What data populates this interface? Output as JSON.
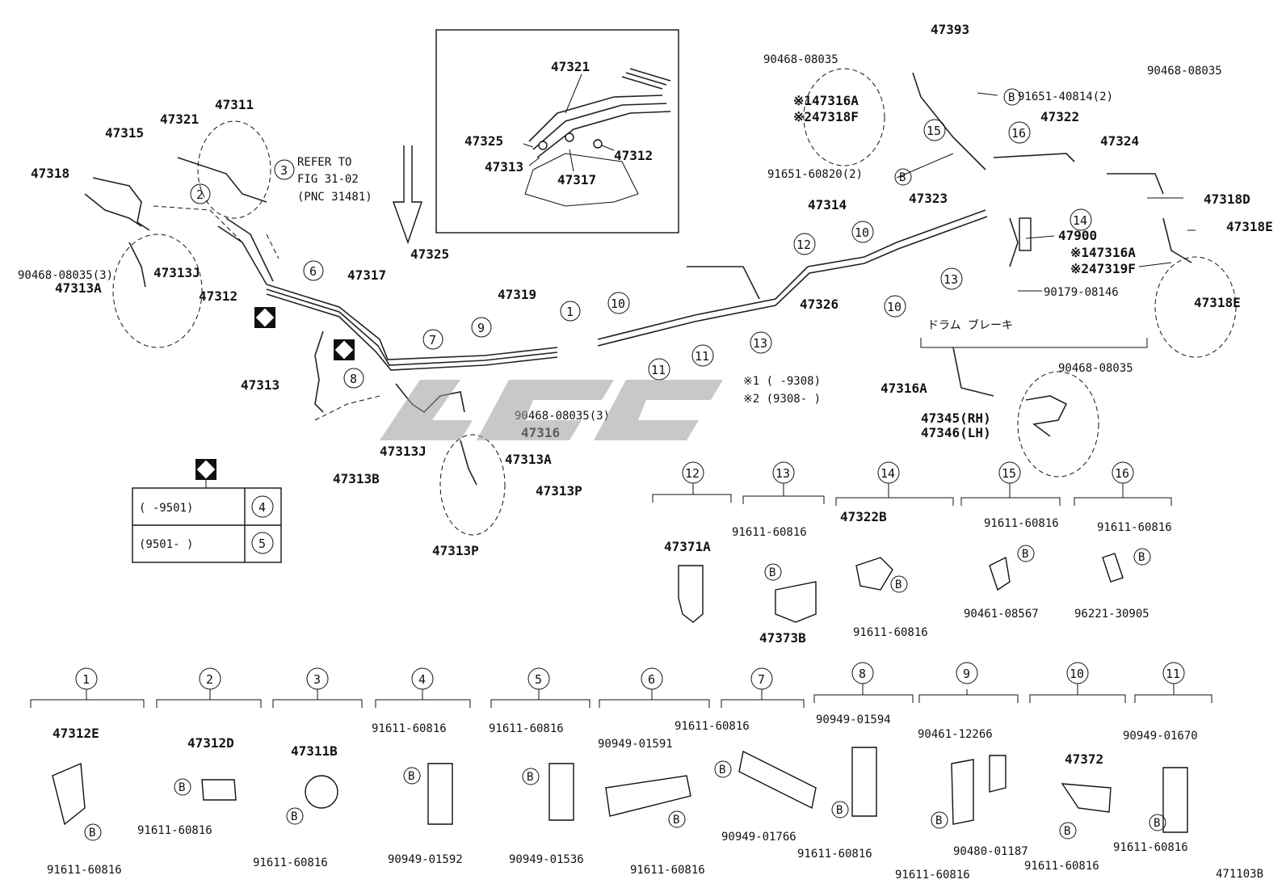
{
  "diagram_code": "471103B",
  "watermark": "",
  "inset": {
    "labels": [
      "47321",
      "47325",
      "47313",
      "47317",
      "47312"
    ]
  },
  "main_labels": {
    "p47321": "47321",
    "p47311": "47311",
    "p47315": "47315",
    "p47318": "47318",
    "p90468_3": "90468-08035(3)",
    "p47313J_top": "47313J",
    "p47313A_top": "47313A",
    "p47312": "47312",
    "refer_line1": "REFER TO",
    "refer_line2": "FIG 31-02",
    "refer_line3": "(PNC 31481)",
    "p47317": "47317",
    "p47325": "47325",
    "p47313": "47313",
    "p47319": "47319",
    "p90468_3b": "90468-08035(3)",
    "p47316": "47316",
    "p47313J_bot": "47313J",
    "p47313A_bot": "47313A",
    "p47313B": "47313B",
    "p47313P_r": "47313P",
    "p47313P_b": "47313P",
    "p47314": "47314",
    "p47326": "47326",
    "p47393": "47393",
    "p90468_top": "90468-08035",
    "p47316A_note": "※147316A",
    "p47318F_note": "※247318F",
    "p91651_40814": "91651-40814(2)",
    "p47322": "47322",
    "p91651_60820": "91651-60820(2)",
    "p47323": "47323",
    "p47324": "47324",
    "p90468_r": "90468-08035",
    "p47318D": "47318D",
    "p47318E_a": "47318E",
    "p47900": "47900",
    "p47316A_r": "※147316A",
    "p47319F": "※247319F",
    "p90179": "90179-08146",
    "p47318E_b": "47318E",
    "drum_title": "ドラム ブレーキ",
    "p90468_drum": "90468-08035",
    "p47316A_drum": "47316A",
    "p47345": "47345(RH)",
    "p47346": "47346(LH)",
    "note1": "※1 (     -9308)",
    "note2": "※2 (9308-     )"
  },
  "legend_table": {
    "rows": [
      {
        "range": "(     -9501)",
        "ref": "4"
      },
      {
        "range": "(9501-      )",
        "ref": "5"
      }
    ]
  },
  "callouts_main": [
    "1",
    "2",
    "3",
    "6",
    "7",
    "8",
    "9",
    "10",
    "10",
    "10",
    "11",
    "11",
    "12",
    "13",
    "13",
    "14",
    "15",
    "16"
  ],
  "groups_mid": [
    {
      "num": "12",
      "parts": [
        "47371A"
      ]
    },
    {
      "num": "13",
      "parts": [
        "91611-60816",
        "47373B"
      ]
    },
    {
      "num": "14",
      "parts": [
        "47322B",
        "91611-60816"
      ]
    },
    {
      "num": "15",
      "parts": [
        "91611-60816",
        "90461-08567"
      ]
    },
    {
      "num": "16",
      "parts": [
        "91611-60816",
        "96221-30905"
      ]
    }
  ],
  "groups_bottom": [
    {
      "num": "1",
      "parts": [
        "47312E",
        "91611-60816"
      ]
    },
    {
      "num": "2",
      "parts": [
        "47312D",
        "91611-60816"
      ]
    },
    {
      "num": "3",
      "parts": [
        "47311B",
        "91611-60816"
      ]
    },
    {
      "num": "4",
      "parts": [
        "91611-60816",
        "90949-01592"
      ]
    },
    {
      "num": "5",
      "parts": [
        "91611-60816",
        "90949-01536"
      ]
    },
    {
      "num": "6",
      "parts": [
        "90949-01591",
        "91611-60816"
      ]
    },
    {
      "num": "7",
      "parts": [
        "91611-60816",
        "90949-01766"
      ]
    },
    {
      "num": "8",
      "parts": [
        "90949-01594",
        "91611-60816"
      ]
    },
    {
      "num": "9",
      "parts": [
        "90461-12266",
        "90480-01187",
        "91611-60816"
      ]
    },
    {
      "num": "10",
      "parts": [
        "47372",
        "91611-60816"
      ]
    },
    {
      "num": "11",
      "parts": [
        "90949-01670",
        "91611-60816"
      ]
    }
  ],
  "bolt_symbol": "B"
}
